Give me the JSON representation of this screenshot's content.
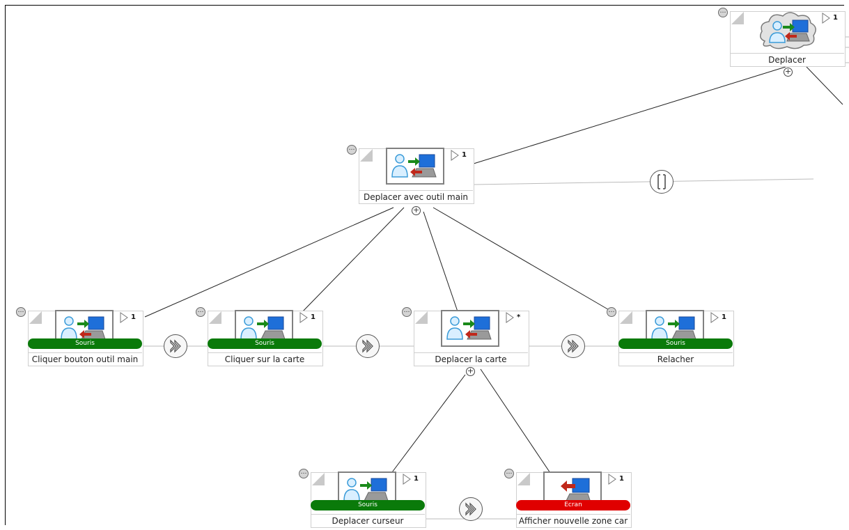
{
  "diagram": {
    "nodes": {
      "deplacer": {
        "label": "Deplacer",
        "multiplicity": "1",
        "icon": "abstract-user-computer-icon"
      },
      "outil_main": {
        "label": "Deplacer avec outil main",
        "multiplicity": "1",
        "icon": "user-computer-interaction-icon"
      },
      "cliquer_bouton": {
        "label": "Cliquer bouton outil main",
        "multiplicity": "1",
        "category": "Souris",
        "icon": "user-to-computer-icon"
      },
      "cliquer_carte": {
        "label": "Cliquer sur la carte",
        "multiplicity": "1",
        "category": "Souris",
        "icon": "user-to-computer-icon"
      },
      "deplacer_carte": {
        "label": "Deplacer la carte",
        "multiplicity": "*",
        "icon": "user-computer-interaction-icon"
      },
      "relacher": {
        "label": "Relacher",
        "multiplicity": "1",
        "category": "Souris",
        "icon": "user-to-computer-icon"
      },
      "deplacer_curseur": {
        "label": "Deplacer curseur",
        "multiplicity": "1",
        "category": "Souris",
        "icon": "user-to-computer-icon"
      },
      "afficher_zone": {
        "label": "Afficher nouvelle zone car",
        "multiplicity": "1",
        "category": "Ecran",
        "icon": "computer-output-icon"
      }
    },
    "operators": [
      "sequence",
      "sequence",
      "sequence",
      "sequence",
      "concurrent"
    ],
    "colors": {
      "souris": "#0a7a0a",
      "ecran": "#e00000",
      "arrow_to_computer": "#1a8a1a",
      "arrow_to_user": "#c0281a",
      "screen": "#1e6fd9"
    }
  }
}
